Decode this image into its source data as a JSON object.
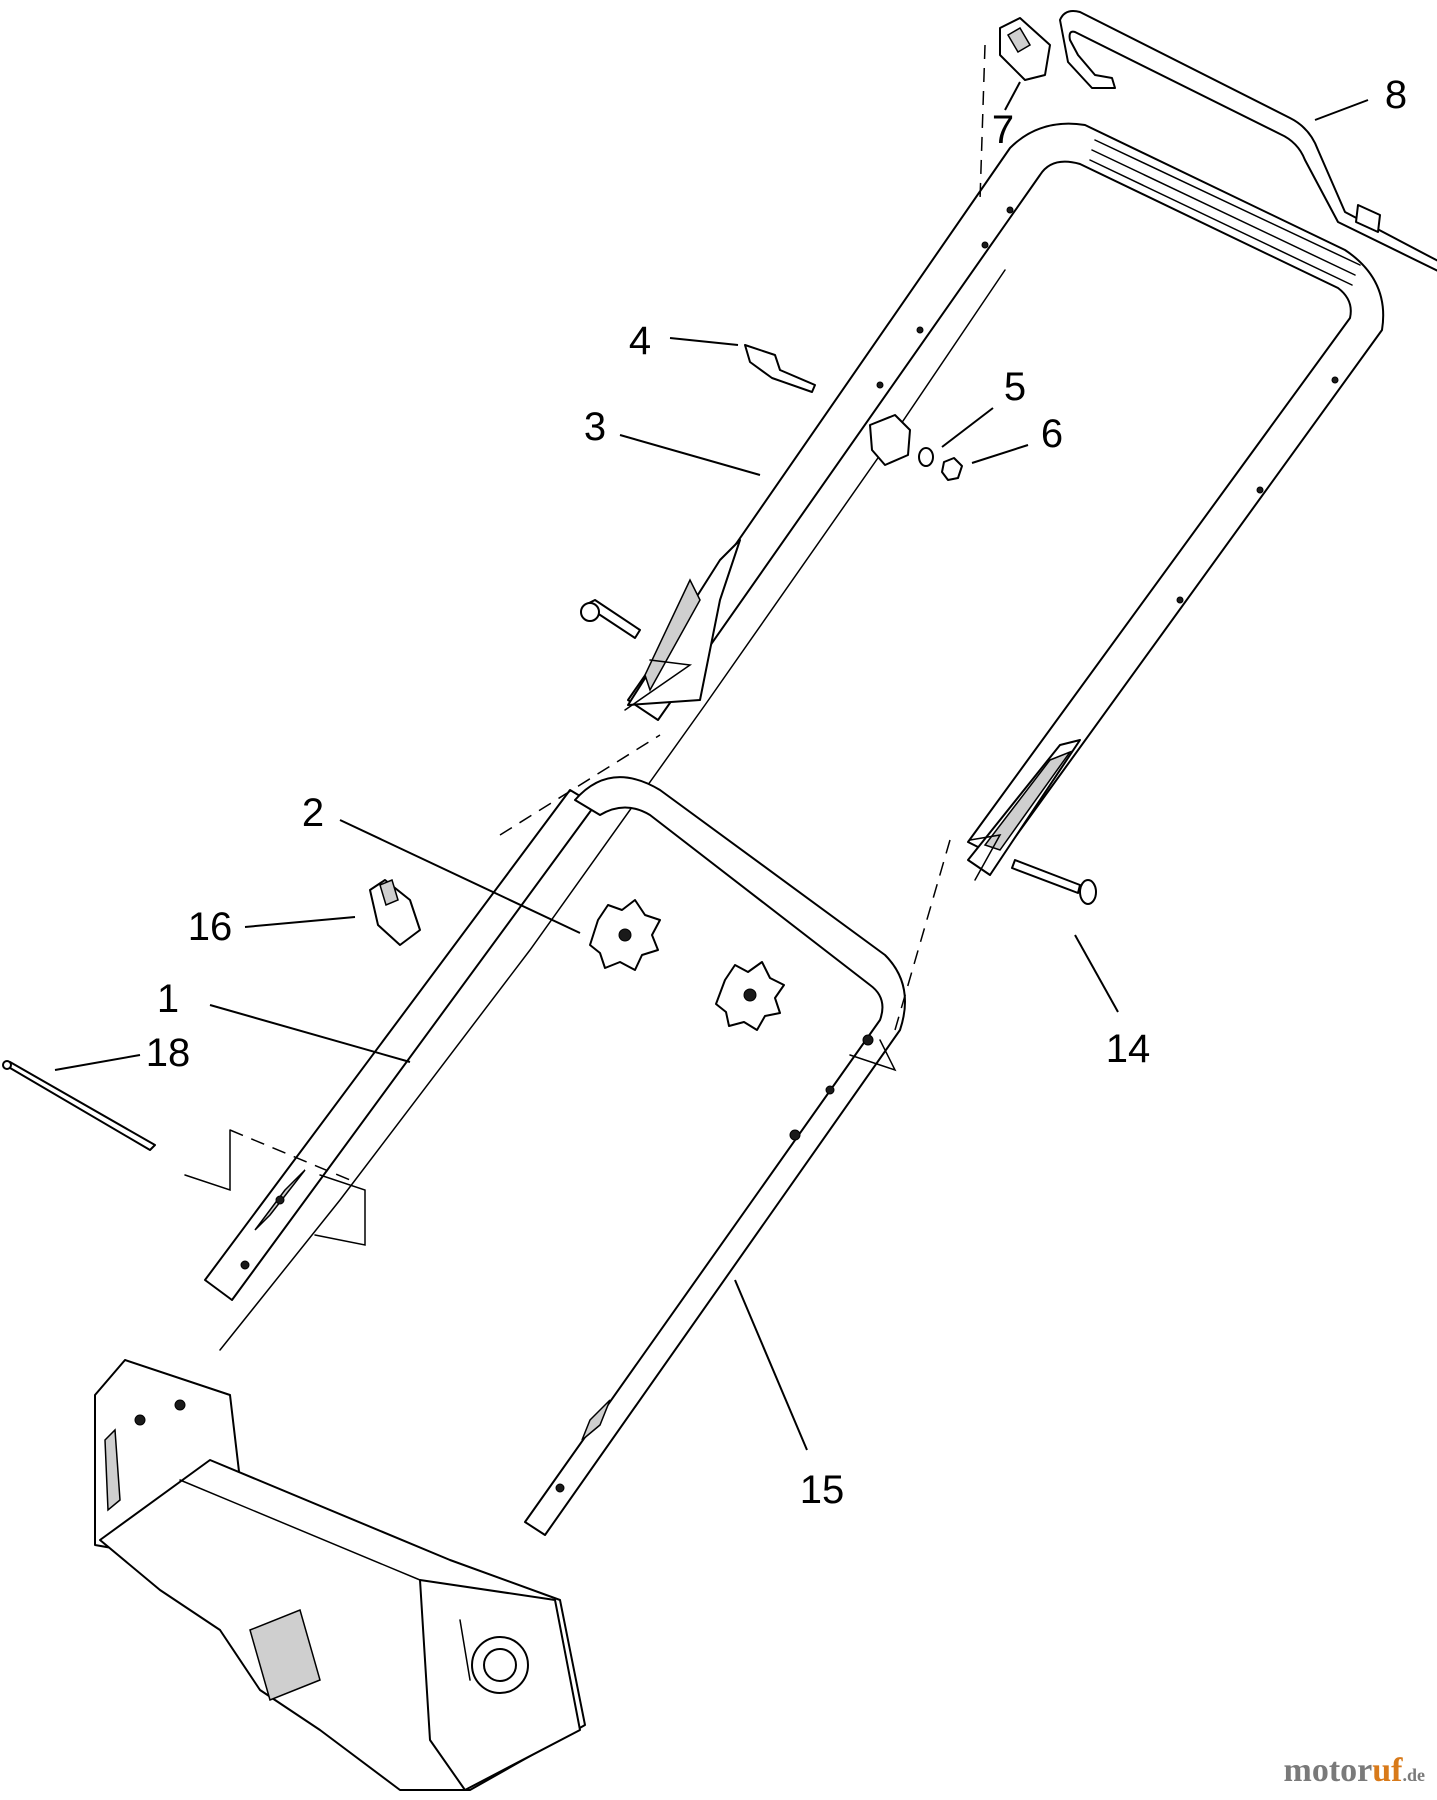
{
  "callouts": [
    {
      "id": "1",
      "label": "1"
    },
    {
      "id": "2",
      "label": "2"
    },
    {
      "id": "3",
      "label": "3"
    },
    {
      "id": "4",
      "label": "4"
    },
    {
      "id": "5",
      "label": "5"
    },
    {
      "id": "6",
      "label": "6"
    },
    {
      "id": "7",
      "label": "7"
    },
    {
      "id": "8",
      "label": "8"
    },
    {
      "id": "14",
      "label": "14"
    },
    {
      "id": "15",
      "label": "15"
    },
    {
      "id": "16",
      "label": "16"
    },
    {
      "id": "18",
      "label": "18"
    }
  ],
  "watermark": {
    "main": "motor",
    "accent": "uf",
    "tld": ".de"
  }
}
